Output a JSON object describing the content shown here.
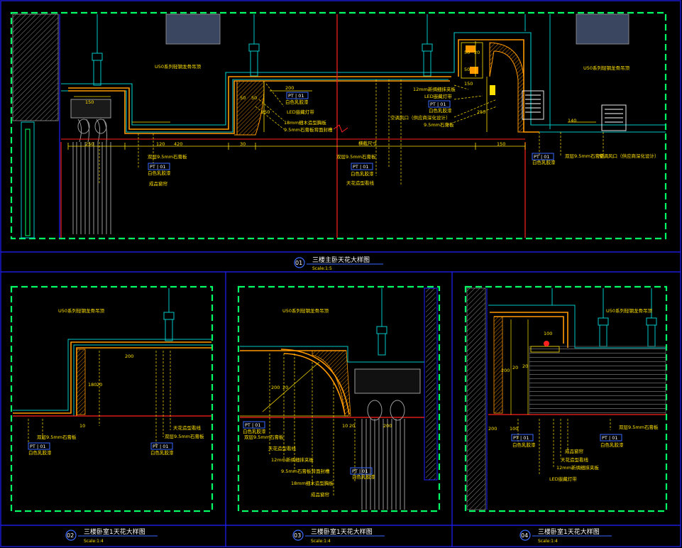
{
  "colors": {
    "background": "#000000",
    "frame_blue": "#2020ff",
    "dash_green": "#00ff66",
    "cyan": "#00c8c8",
    "yellow": "#ffe000",
    "orange": "#ff9900",
    "red": "#ff2020",
    "grey": "#9a9a9a",
    "white": "#ffffff",
    "slate": "#3a4660",
    "tag_blue": "#3a6aff"
  },
  "detail01": {
    "number": "01",
    "title": "三楼主卧天花大样图",
    "scale": "Scale:1:5",
    "keel_left": "U50系列轻钢龙骨吊顶",
    "keel_right": "U50系列轻钢龙骨吊顶",
    "dims": {
      "d150a": "150",
      "d250": "250",
      "d120": "120",
      "d420": "420",
      "d30": "30",
      "d200": "200",
      "d50a": "50",
      "d50b": "50",
      "d50c": "50",
      "d20": "20",
      "d50d": "50",
      "d250v": "250",
      "d250b": "250",
      "d150b": "150",
      "d140": "140",
      "d150c": "150",
      "dmid": "横截尺寸"
    },
    "tags": {
      "pt1": "PT | 01",
      "pt2": "PT | 01",
      "pt3": "PT | 01",
      "pt4": "PT | 01",
      "pt5": "PT | 01"
    },
    "notes": {
      "n1": "白色乳胶漆",
      "n2": "LED嵌藏灯带",
      "n3": "18mm细木造型胸板",
      "n4": "9.5mm石膏板背面封槽",
      "n5": "双层9.5mm石膏板",
      "n6": "白色乳胶漆",
      "n7": "成品窗帘",
      "n8": "双层9.5mm石膏板",
      "n9": "白色乳胶漆",
      "n10": "天花造型看线",
      "n11": "12mm新绸细抹夹板",
      "n12": "LED嵌藏灯带",
      "n13": "白色乳胶漆",
      "n14": "空调风口（供应商深化设计）",
      "n15": "9.5mm石膏板",
      "n16": "白色乳胶漆",
      "n17": "双层9.5mm石膏板",
      "n18": "空调风口（供应商深化设计）"
    }
  },
  "detail02": {
    "number": "02",
    "title": "三楼卧室1天花大样图",
    "scale": "Scale:1:4",
    "keel": "U50系列轻钢龙骨吊顶",
    "dims": {
      "d200": "200",
      "d180": "180",
      "d20": "20",
      "d10": "10"
    },
    "tags": {
      "pt1": "PT | 01",
      "pt2": "PT | 01"
    },
    "notes": {
      "n1": "双层9.5mm石膏板",
      "n2": "白色乳胶漆",
      "n3": "天花造型看线",
      "n4": "双层9.5mm石膏板",
      "n5": "白色乳胶漆"
    }
  },
  "detail03": {
    "number": "03",
    "title": "三楼卧室1天花大样图",
    "scale": "Scale:1:4",
    "keel": "U50系列轻钢龙骨吊顶",
    "dims": {
      "d200v": "200",
      "d20v": "20",
      "d10": "10",
      "d20": "20",
      "d200": "200"
    },
    "tags": {
      "pt1": "PT | 01",
      "pt2": "PT | 01"
    },
    "notes": {
      "n1": "白色乳胶漆",
      "n2": "双层9.5mm石膏板",
      "n3": "天花造型看线",
      "n4": "12mm新绸细抹夹板",
      "n5": "9.5mm石膏板背面封槽",
      "n6": "18mm细木造型胸板",
      "n7": "白色乳胶漆",
      "n8": "成品窗帘"
    }
  },
  "detail04": {
    "number": "04",
    "title": "三楼卧室1天花大样图",
    "scale": "Scale:1:4",
    "keel": "U50系列轻钢龙骨吊顶",
    "dims": {
      "d100a": "100",
      "d20v": "20",
      "d200v": "200",
      "d20b": "20",
      "d200": "200",
      "d100b": "100"
    },
    "tags": {
      "pt1": "PT | 01",
      "pt2": "PT | 01"
    },
    "notes": {
      "n1": "双层9.5mm石膏板",
      "n2": "白色乳胶漆",
      "n3": "白色乳胶漆",
      "n4": "成品窗帘",
      "n5": "天花造型看线",
      "n6": "12mm新绸细抹夹板",
      "n7": "LED嵌藏灯带"
    }
  }
}
